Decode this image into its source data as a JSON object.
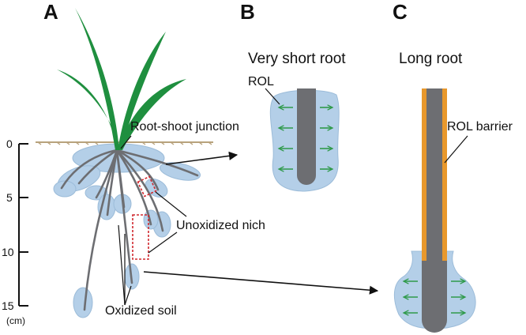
{
  "panels": {
    "a": {
      "letter": "A"
    },
    "b": {
      "letter": "B",
      "title": "Very short root",
      "rol_label": "ROL"
    },
    "c": {
      "letter": "C",
      "title": "Long root",
      "barrier_label": "ROL barrier"
    }
  },
  "annotations": {
    "junction": "Root-shoot junction",
    "unoxidized": "Unoxidized nich",
    "oxidized": "Oxidized soil"
  },
  "depth_scale": {
    "unit": "(cm)",
    "ticks": [
      {
        "label": "0",
        "value": 0
      },
      {
        "label": "5",
        "value": 5
      },
      {
        "label": "10",
        "value": 10
      },
      {
        "label": "15",
        "value": 15
      }
    ]
  },
  "colors": {
    "leaf": "#1f8f3f",
    "root": "#6d6e72",
    "oxidized_zone": "#b4cfe8",
    "barrier": "#e8982c",
    "arrow": "#2f9a4a",
    "soil_line": "#b8a27c",
    "niche_box": "#d0282e"
  }
}
